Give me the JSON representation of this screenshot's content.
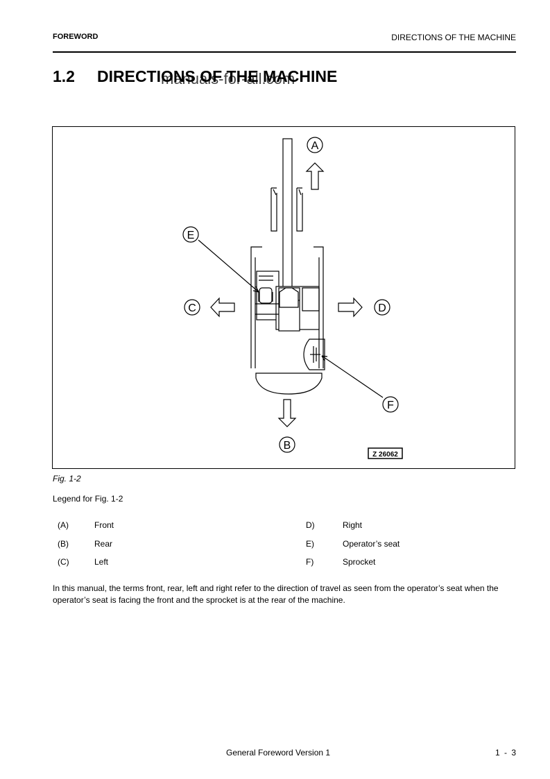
{
  "header": {
    "left": "FOREWORD",
    "right": "DIRECTIONS OF THE MACHINE"
  },
  "section": {
    "number": "1.2",
    "title": "DIRECTIONS OF THE MACHINE"
  },
  "watermark": "manuals-for-all.com",
  "figure": {
    "code": "Z 26062",
    "caption": "Fig. 1-2",
    "callouts": {
      "a": "A",
      "b": "B",
      "c": "C",
      "d": "D",
      "e": "E",
      "f": "F"
    }
  },
  "legend": {
    "title": "Legend for Fig. 1-2",
    "items": [
      {
        "key": "(A)",
        "label": "Front"
      },
      {
        "key": "(B)",
        "label": "Rear"
      },
      {
        "key": "(C)",
        "label": "Left"
      },
      {
        "key": "D)",
        "label": "Right"
      },
      {
        "key": "E)",
        "label": "Operator’s seat"
      },
      {
        "key": "F)",
        "label": "Sprocket"
      }
    ]
  },
  "paragraph": "In this manual, the terms front, rear, left and right refer to the direction of travel as seen from the operator’s seat when the operator’s seat is facing the front and the sprocket is at the rear of the machine.",
  "footer": {
    "center": "General Foreword Version 1",
    "page": "1 - 3"
  }
}
